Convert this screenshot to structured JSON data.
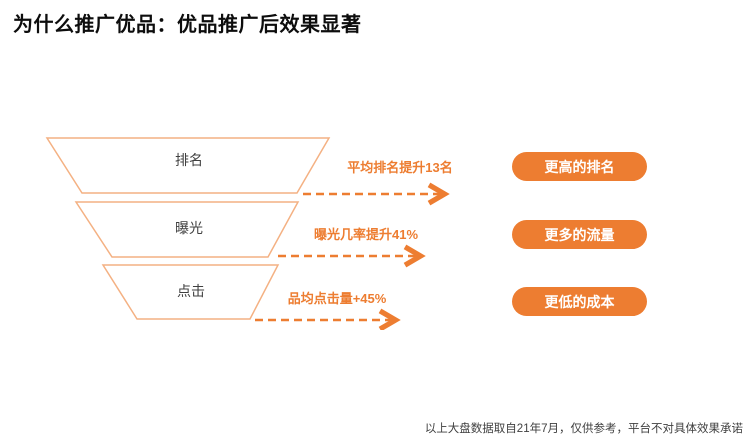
{
  "title": "为什么推广优品：优品推广后效果显著",
  "funnel": {
    "levels": [
      {
        "label": "排名",
        "annotation": "平均排名提升13名",
        "pill_label": "更高的排名"
      },
      {
        "label": "曝光",
        "annotation": "曝光几率提升41%",
        "pill_label": "更多的流量"
      },
      {
        "label": "点击",
        "annotation": "品均点击量+45%",
        "pill_label": "更低的成本"
      }
    ]
  },
  "footer": "以上大盘数据取自21年7月，仅供参考，平台不对具体效果承诺",
  "colors": {
    "accent_orange": "#ED7D31",
    "funnel_outline": "#F4B183",
    "pill_background": "#ED7D31",
    "pill_text": "#FFFFFF",
    "label_text": "#404040",
    "title_text": "#0D0D0D",
    "footer_text": "#404040",
    "background": "#FFFFFF"
  }
}
